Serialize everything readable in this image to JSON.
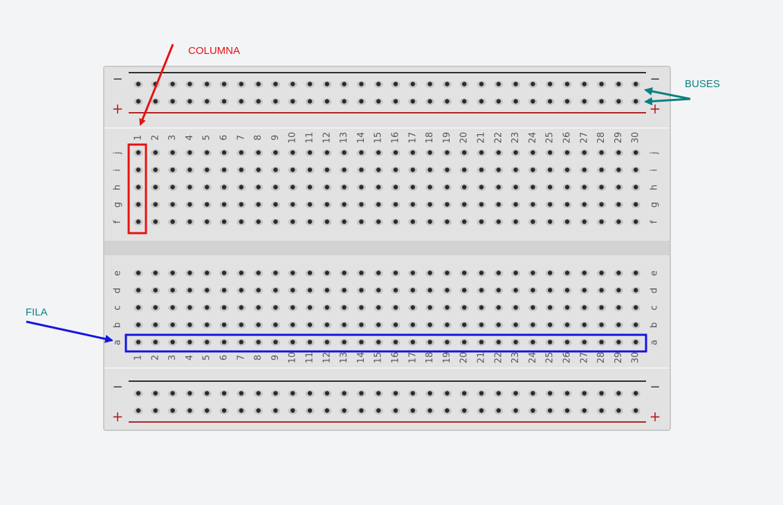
{
  "annotations": {
    "column_label": "COLUMNA",
    "buses_label": "BUSES",
    "row_label": "FILA"
  },
  "rail_signs": {
    "minus": "−",
    "plus": "+"
  },
  "upper_row_letters": [
    "j",
    "i",
    "h",
    "g",
    "f"
  ],
  "lower_row_letters": [
    "e",
    "d",
    "c",
    "b",
    "a"
  ],
  "column_numbers": [
    "1",
    "2",
    "3",
    "4",
    "5",
    "6",
    "7",
    "8",
    "9",
    "10",
    "11",
    "12",
    "13",
    "14",
    "15",
    "16",
    "17",
    "18",
    "19",
    "20",
    "21",
    "22",
    "23",
    "24",
    "25",
    "26",
    "27",
    "28",
    "29",
    "30"
  ],
  "colors": {
    "board": "#e2e2e2",
    "board_border": "#c9c9c9",
    "hole_ring": "#c4c4c4",
    "hole": "#2b2b2b",
    "negative_line": "#2e2e2e",
    "positive_line": "#b22222",
    "positive_sign": "#b22222",
    "label_text": "#555555",
    "column_annotation": "#e81010",
    "buses_annotation": "#0a8080",
    "row_annotation": "#1414e0"
  }
}
